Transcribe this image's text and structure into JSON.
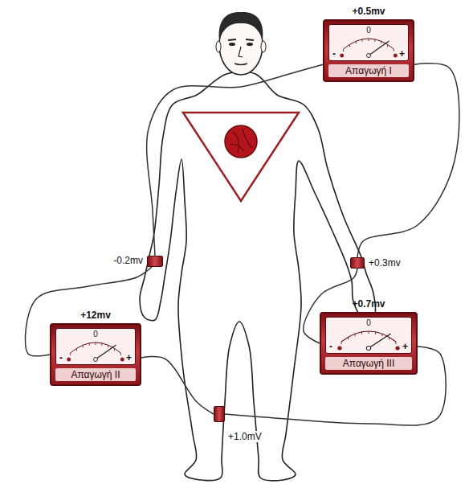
{
  "diagram": {
    "nodes": [
      {
        "text": [
          "+0.5mv",
          "0",
          "-",
          "+",
          "Απαγωγή I"
        ]
      },
      {
        "text": [
          "+12mv",
          "0",
          "-",
          "+",
          "Απαγωγή II"
        ]
      },
      {
        "text": [
          "+0.7mv",
          "0",
          "-",
          "+",
          "Απαγωγή III"
        ]
      },
      {
        "text": [
          "-0.2mv"
        ]
      },
      {
        "text": [
          "+0.3mv"
        ]
      },
      {
        "text": [
          "+1.0mV"
        ]
      }
    ],
    "edges": [
      {
        "from": 0,
        "to": 3,
        "arrow": "none"
      },
      {
        "from": 0,
        "to": 4,
        "arrow": "none"
      },
      {
        "from": 1,
        "to": 3,
        "arrow": "none"
      },
      {
        "from": 1,
        "to": 5,
        "arrow": "none"
      },
      {
        "from": 2,
        "to": 4,
        "arrow": "none"
      },
      {
        "from": 2,
        "to": 5,
        "arrow": "none"
      }
    ]
  }
}
